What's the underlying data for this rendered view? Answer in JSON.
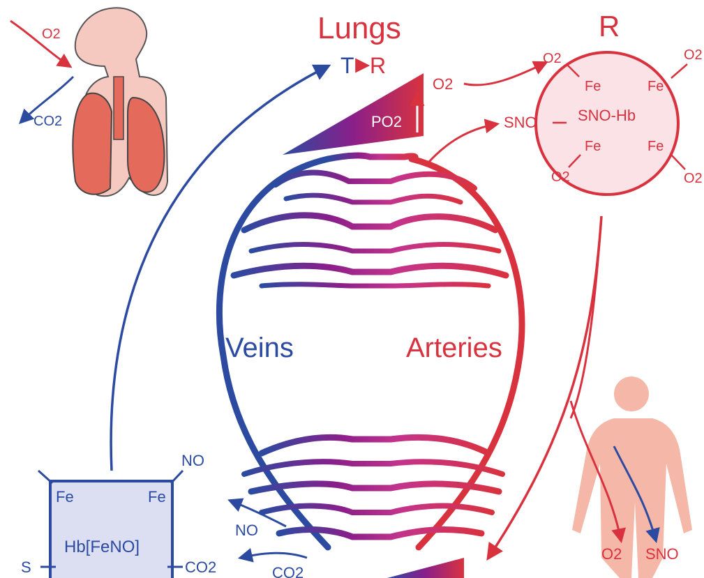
{
  "colors": {
    "blue": "#2b4aa0",
    "red": "#d9323f",
    "purple": "#8a1f8a",
    "hb_fill": "#dcdff2",
    "sno_fill": "#fbe2e6",
    "skin": "#f4b7a8",
    "lung": "#e46b5c"
  },
  "lungs": {
    "title": "Lungs",
    "transition_t": "T",
    "transition_r": "R",
    "po2": "PO2"
  },
  "r_state": {
    "title": "R",
    "center": "SNO-Hb",
    "fe": [
      "Fe",
      "Fe",
      "Fe",
      "Fe"
    ],
    "o2": [
      "O2",
      "O2",
      "O2",
      "O2"
    ],
    "sno_label": "SNO",
    "o2_in": "O2"
  },
  "head": {
    "o2_in": "O2",
    "co2_out": "CO2"
  },
  "vessels": {
    "veins": "Veins",
    "arteries": "Arteries"
  },
  "hb_box": {
    "title": "Hb[FeNO]",
    "fe_left": "Fe",
    "fe_right": "Fe",
    "no_top": "NO",
    "s_left": "S",
    "co2_right": "CO2"
  },
  "tissue": {
    "no_out": "NO",
    "co2_in": "CO2"
  },
  "body_fig": {
    "o2": "O2",
    "sno": "SNO"
  }
}
